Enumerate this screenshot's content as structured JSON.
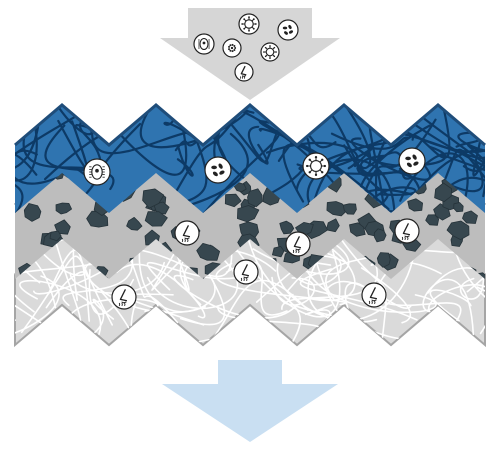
{
  "diagram": {
    "inflow_arrow": {
      "color": "#d6d6d6",
      "label": ""
    },
    "outflow_arrow": {
      "color": "#c9dff2",
      "label": ""
    },
    "inflow_particles": [
      "germ-cell-icon",
      "virus-icon",
      "bacteria-icon",
      "spore-icon",
      "virus-icon",
      "odor-nose-icon"
    ],
    "layers": [
      {
        "name": "fiber-prefilter-layer",
        "fill": "#2f74b0",
        "fiber_color": "#0d3a66",
        "outline": "#1f4d7a",
        "particles": [
          "germ-cell-icon",
          "bacteria-icon",
          "virus-icon",
          "bacteria-icon"
        ]
      },
      {
        "name": "activated-carbon-layer",
        "fill": "#bdbdbd",
        "granule_color": "#37474f",
        "outline": "#8f8f8f",
        "particles": [
          "odor-nose-icon",
          "odor-nose-icon",
          "odor-nose-icon"
        ]
      },
      {
        "name": "fine-fiber-layer",
        "fill": "#dadada",
        "fiber_color": "#ffffff",
        "outline": "#a5a5a5",
        "particles": [
          "odor-nose-icon",
          "odor-nose-icon",
          "odor-nose-icon"
        ]
      }
    ]
  }
}
